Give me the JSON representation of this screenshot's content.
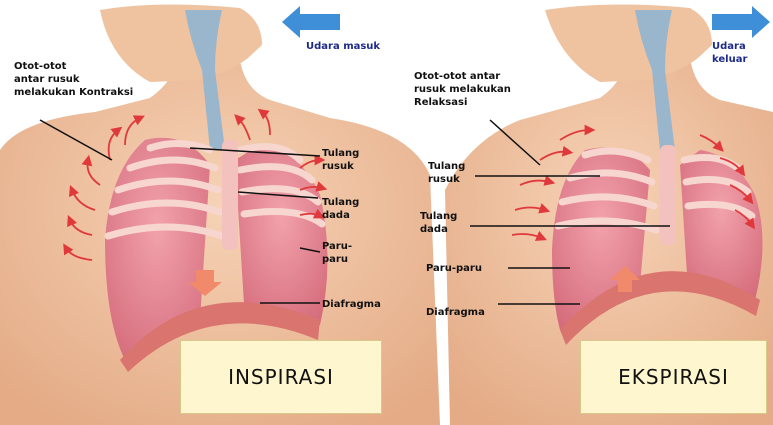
{
  "inspiration": {
    "caption": "INSPIRASI",
    "air_label": "Udara masuk",
    "labels": {
      "muscles": "Otot-otot\nantar rusuk\nmelakukan Kontraksi",
      "ribs": "Tulang\nrusuk",
      "sternum": "Tulang\ndada",
      "lungs": "Paru-\nparu",
      "diaphragm": "Diafragma"
    }
  },
  "expiration": {
    "caption": "EKSPIRASI",
    "air_label": "Udara\nkeluar",
    "labels": {
      "muscles": "Otot-otot antar\nrusuk melakukan\nRelaksasi",
      "ribs": "Tulang\nrusuk",
      "sternum": "Tulang\ndada",
      "lungs": "Paru-paru",
      "diaphragm": "Diafragma"
    }
  },
  "colors": {
    "skin": "#f2c9a8",
    "skin_shadow": "#e3ad88",
    "lung": "#e98b98",
    "rib": "#f7d6cf",
    "trachea": "#9ab6cc",
    "arrow_blue": "#3f8fd8",
    "arrow_red": "#e0393b",
    "caption_bg": "#fdf6cf"
  }
}
